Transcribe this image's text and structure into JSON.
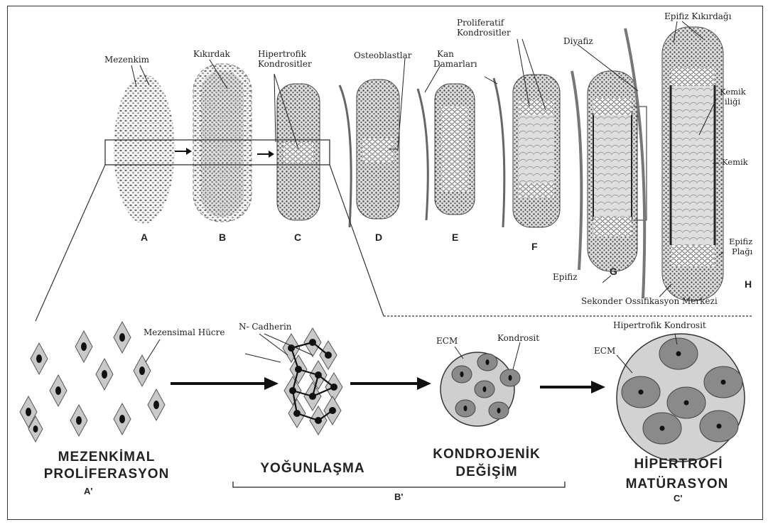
{
  "top_panel": {
    "labels": {
      "mezenkim": "Mezenkim",
      "kikirdak": "Kıkırdak",
      "hipertrofik": "Hipertrofik",
      "kondrositler": "Kondrositler",
      "osteoblastlar": "Osteoblastlar",
      "kan": "Kan",
      "damarlari": "Damarları",
      "proliferatif": "Proliferatif",
      "proliferatif_kondrositler": "Kondrositler",
      "diyafiz": "Diyafiz",
      "epifiz_kikirdagi": "Epifiz Kıkırdağı",
      "kemik": "Kemik",
      "iligi": "iliği",
      "kemik2": "Kemik",
      "epifiz": "Epifiz",
      "plagi": "Plağı",
      "epifiz_left": "Epifiz",
      "sekonder": "Sekonder Ossifikasyon Merkezi"
    },
    "stages": [
      "A",
      "B",
      "C",
      "D",
      "E",
      "F",
      "G",
      "H"
    ]
  },
  "bottom_panel": {
    "labels": {
      "mezensimal_hucre": "Mezensimal Hücre",
      "n_cadherin": "N- Cadherin",
      "ecm": "ECM",
      "kondrosit": "Kondrosit",
      "hipertrofik_kondrosit": "Hipertrofik Kondrosit",
      "ecm2": "ECM"
    },
    "phases": {
      "p1_line1": "MEZENKİMAL",
      "p1_line2": "PROLİFERASYON",
      "p1_letter": "A'",
      "p2_line1": "YOĞUNLAŞMA",
      "p3_line1": "KONDROJENİK",
      "p3_line2": "DEĞİŞİM",
      "p23_letter": "B'",
      "p4_line1": "HİPERTROFİ",
      "p4_line2": "MATÜRASYON",
      "p4_letter": "C'"
    }
  },
  "colors": {
    "cell_fill": "#c9c9c9",
    "nucleus": "#111111",
    "ecm_fill": "#cfcfcf",
    "chondrocyte": "#8a8a8a",
    "bone_dark": "#555555"
  }
}
